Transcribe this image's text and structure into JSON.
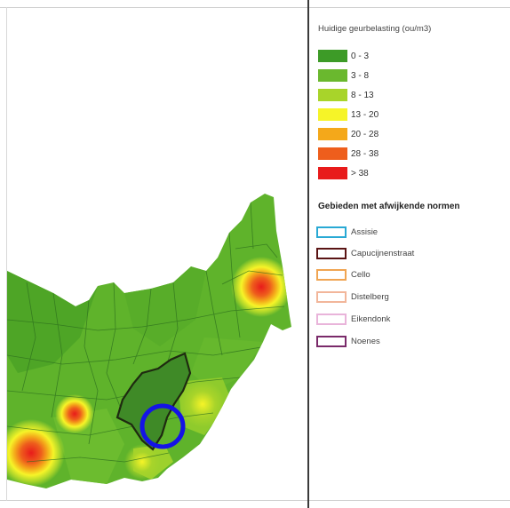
{
  "legend": {
    "title": "Huidige geurbelasting (ou/m3)",
    "classes": [
      {
        "label": "0 - 3",
        "color": "#3d9b27"
      },
      {
        "label": "3 - 8",
        "color": "#6ab82e"
      },
      {
        "label": "8 - 13",
        "color": "#a8d42a"
      },
      {
        "label": "13 - 20",
        "color": "#f6f428"
      },
      {
        "label": "20 - 28",
        "color": "#f4a81a"
      },
      {
        "label": "28 - 38",
        "color": "#ee5e1c"
      },
      {
        "label": "> 38",
        "color": "#e81b1b"
      }
    ],
    "areas_title": "Gebieden met afwijkende normen",
    "areas": [
      {
        "label": "Assisie",
        "color": "#29a9d4"
      },
      {
        "label": "Capucijnenstraat",
        "color": "#5a1414"
      },
      {
        "label": "Cello",
        "color": "#f0a552"
      },
      {
        "label": "Distelberg",
        "color": "#f2b69a"
      },
      {
        "label": "Eikendonk",
        "color": "#e9b4da"
      },
      {
        "label": "Noenes",
        "color": "#7a2a6a"
      }
    ]
  },
  "map": {
    "base_color": "#5fb32b",
    "parcel_line_color": "#2d6f1e",
    "marker_color": "#1414e6",
    "highlight_area": "Capucijnenstraat"
  }
}
